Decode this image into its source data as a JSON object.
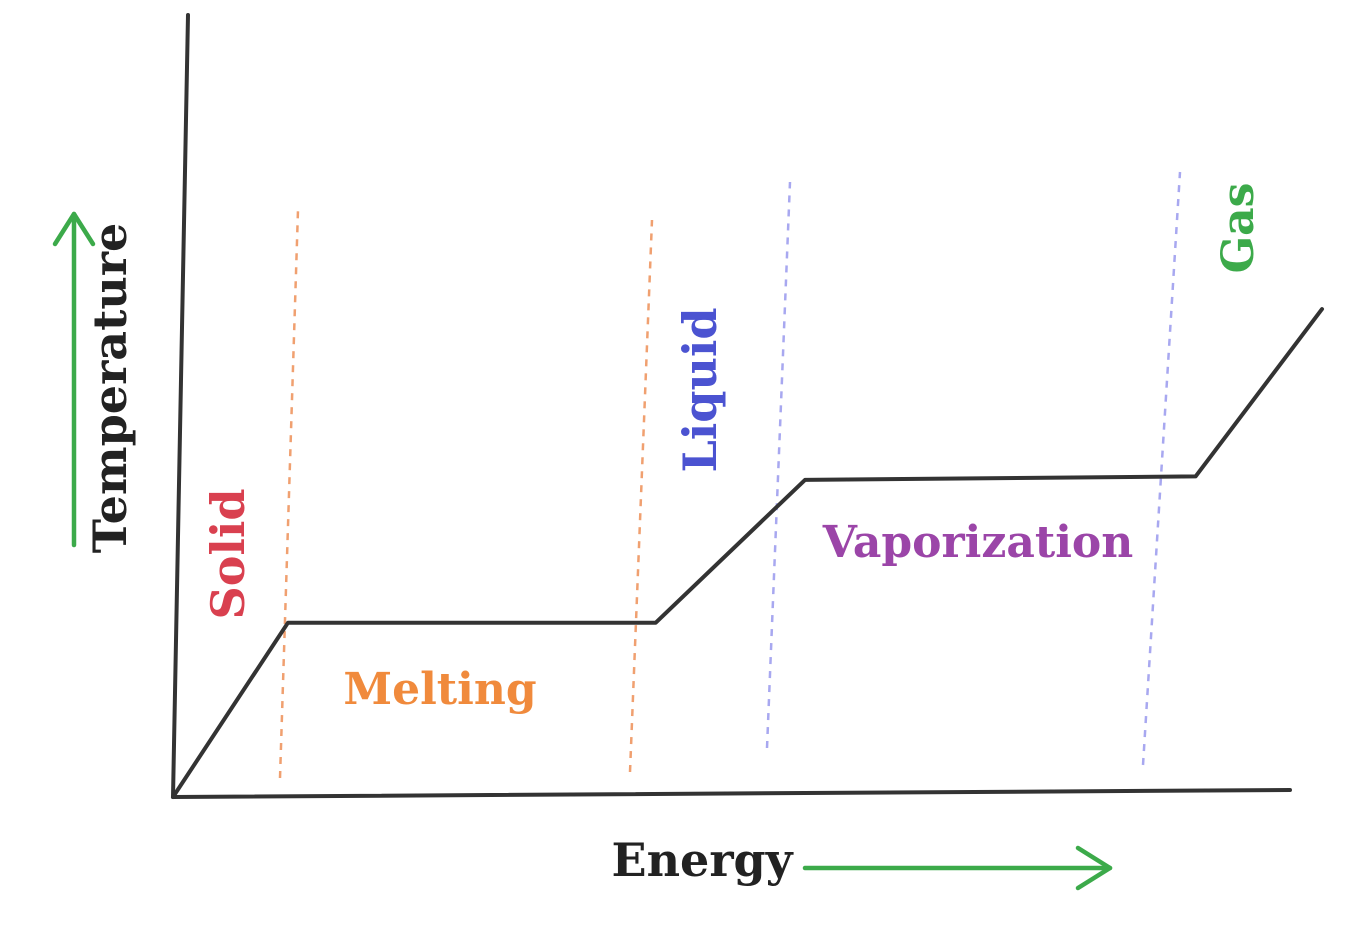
{
  "chart_data": {
    "type": "line",
    "title": "",
    "xlabel": "Energy",
    "ylabel": "Temperature",
    "grid": false,
    "series": [
      {
        "points": [
          {
            "energy": 0,
            "temperature": 0
          },
          {
            "energy": 10,
            "temperature": 50
          },
          {
            "energy": 42,
            "temperature": 50
          },
          {
            "energy": 55,
            "temperature": 91
          },
          {
            "energy": 89,
            "temperature": 92
          },
          {
            "energy": 100,
            "temperature": 140
          }
        ]
      }
    ],
    "xlim": [
      0,
      100
    ],
    "ylim": [
      0,
      200
    ],
    "phase_boundaries": [
      10,
      42,
      55,
      89
    ],
    "annotations": [
      {
        "text": "Solid",
        "color": "#d9404f",
        "orientation": "vertical"
      },
      {
        "text": "Melting",
        "color": "#f08a3c",
        "orientation": "horizontal"
      },
      {
        "text": "Liquid",
        "color": "#4b53d1",
        "orientation": "vertical"
      },
      {
        "text": "Vaporization",
        "color": "#9b45a8",
        "orientation": "horizontal"
      },
      {
        "text": "Gas",
        "color": "#3caa4a",
        "orientation": "vertical"
      }
    ]
  },
  "colors": {
    "axis": "#333333",
    "arrow": "#3caa4a",
    "melting_boundary": "#f0a070",
    "vaporization_boundary": "#a8a8f0"
  }
}
